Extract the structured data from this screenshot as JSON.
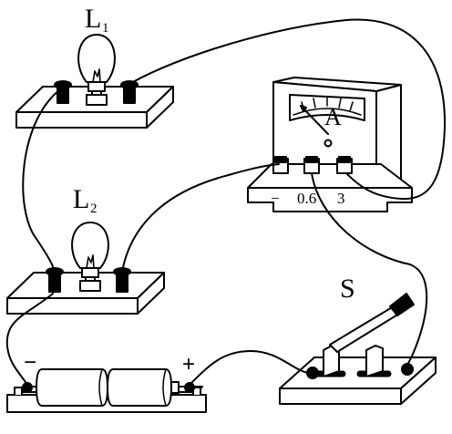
{
  "labels": {
    "lamp1": {
      "letter": "L",
      "subscript": "1"
    },
    "lamp2": {
      "letter": "L",
      "subscript": "2"
    },
    "switch": "S",
    "ammeter": "A",
    "battery_negative": "−",
    "battery_positive": "+"
  },
  "ammeter_terminals": [
    "−",
    "0.6",
    "3"
  ],
  "colors": {
    "ink": "#000000",
    "paper": "#ffffff"
  }
}
